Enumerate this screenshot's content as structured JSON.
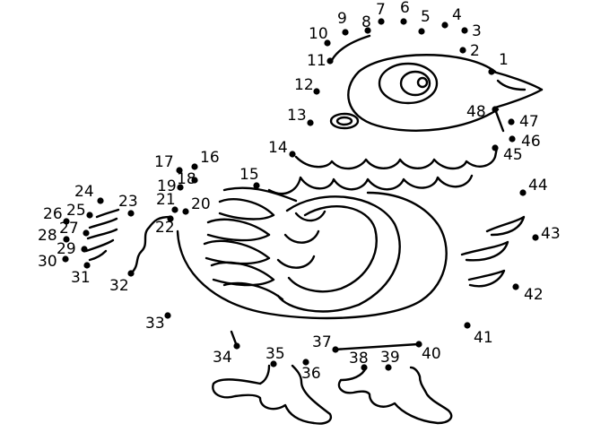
{
  "colors": {
    "ink": "#000000",
    "paper": "#ffffff"
  },
  "dots": [
    {
      "label": "1"
    },
    {
      "label": "2"
    },
    {
      "label": "3"
    },
    {
      "label": "4"
    },
    {
      "label": "5"
    },
    {
      "label": "6"
    },
    {
      "label": "7"
    },
    {
      "label": "8"
    },
    {
      "label": "9"
    },
    {
      "label": "10"
    },
    {
      "label": "11"
    },
    {
      "label": "12"
    },
    {
      "label": "13"
    },
    {
      "label": "14"
    },
    {
      "label": "15"
    },
    {
      "label": "16"
    },
    {
      "label": "17"
    },
    {
      "label": "18"
    },
    {
      "label": "19"
    },
    {
      "label": "20"
    },
    {
      "label": "21"
    },
    {
      "label": "22"
    },
    {
      "label": "23"
    },
    {
      "label": "24"
    },
    {
      "label": "25"
    },
    {
      "label": "26"
    },
    {
      "label": "27"
    },
    {
      "label": "28"
    },
    {
      "label": "29"
    },
    {
      "label": "30"
    },
    {
      "label": "31"
    },
    {
      "label": "32"
    },
    {
      "label": "33"
    },
    {
      "label": "34"
    },
    {
      "label": "35"
    },
    {
      "label": "36"
    },
    {
      "label": "37"
    },
    {
      "label": "38"
    },
    {
      "label": "39"
    },
    {
      "label": "40"
    },
    {
      "label": "41"
    },
    {
      "label": "42"
    },
    {
      "label": "43"
    },
    {
      "label": "44"
    },
    {
      "label": "45"
    },
    {
      "label": "46"
    },
    {
      "label": "47"
    },
    {
      "label": "48"
    }
  ]
}
